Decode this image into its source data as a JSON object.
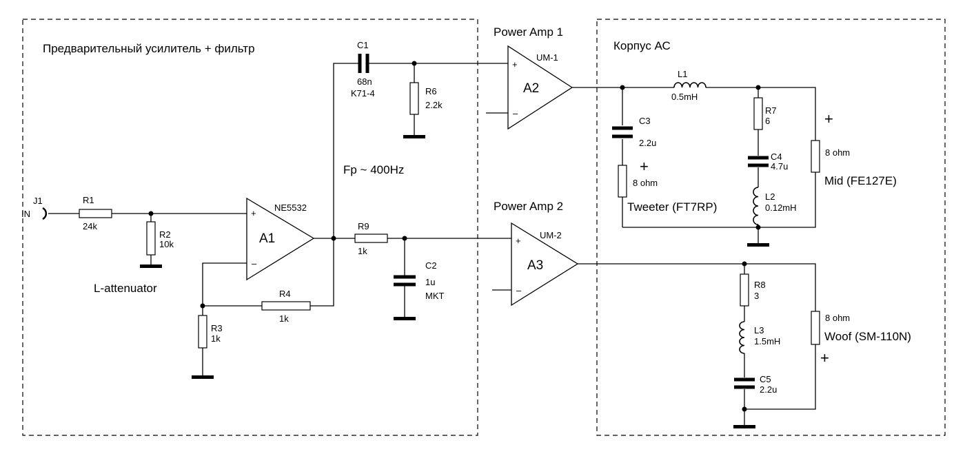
{
  "blocks": {
    "preamp": "Предварительный усилитель + фильтр",
    "cabinet": "Корпус АС"
  },
  "amps": {
    "pa1_title": "Power Amp 1",
    "pa2_title": "Power Amp 2",
    "a1_name": "A1",
    "a1_part": "NE5532",
    "a2_name": "A2",
    "a2_part": "UM-1",
    "a3_name": "A3",
    "a3_part": "UM-2",
    "plus": "+",
    "minus": "–"
  },
  "input": {
    "ref": "J1",
    "label": "IN"
  },
  "resistors": {
    "r1": {
      "ref": "R1",
      "value": "24k"
    },
    "r2": {
      "ref": "R2",
      "value": "10k"
    },
    "r3": {
      "ref": "R3",
      "value": "1k"
    },
    "r4": {
      "ref": "R4",
      "value": "1k"
    },
    "r6": {
      "ref": "R6",
      "value": "2.2k"
    },
    "r7": {
      "ref": "R7",
      "value": "6"
    },
    "r8": {
      "ref": "R8",
      "value": "3"
    },
    "r9": {
      "ref": "R9",
      "value": "1k"
    }
  },
  "capacitors": {
    "c1": {
      "ref": "C1",
      "value": "68n",
      "type": "K71-4"
    },
    "c2": {
      "ref": "C2",
      "value": "1u",
      "type": "MKT"
    },
    "c3": {
      "ref": "C3",
      "value": "2.2u"
    },
    "c4": {
      "ref": "C4",
      "value": "4.7u"
    },
    "c5": {
      "ref": "C5",
      "value": "2.2u"
    }
  },
  "inductors": {
    "l1": {
      "ref": "L1",
      "value": "0.5mH"
    },
    "l2": {
      "ref": "L2",
      "value": "0.12mH"
    },
    "l3": {
      "ref": "L3",
      "value": "1.5mH"
    }
  },
  "speakers": {
    "tweeter": {
      "name": "Tweeter (FT7RP)",
      "impedance": "8 ohm",
      "polarity": "+"
    },
    "mid": {
      "name": "Mid (FE127E)",
      "impedance": "8 ohm",
      "polarity": "+"
    },
    "woof": {
      "name": "Woof (SM-110N)",
      "impedance": "8 ohm",
      "polarity": "+"
    }
  },
  "annotations": {
    "attenuator": "L-attenuator",
    "fp": "Fp ~ 400Hz"
  }
}
